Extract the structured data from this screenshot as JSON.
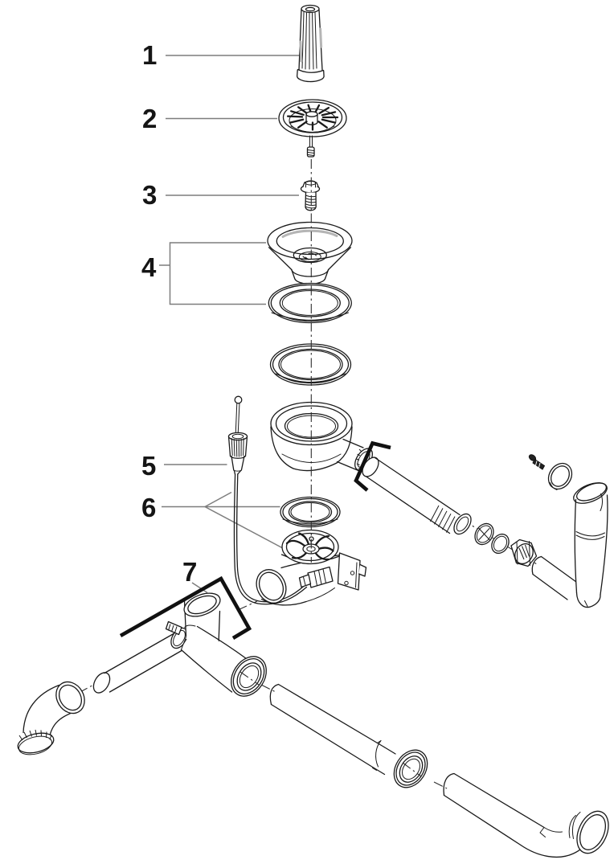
{
  "diagram": {
    "kind": "exploded-parts-diagram",
    "background": "#ffffff",
    "colors": {
      "line": "#1a1a1a",
      "leader_line": "#7d7d7d",
      "bracket": "#111111",
      "shading": "#b5b5b5",
      "label_text": "#151515"
    },
    "labels": [
      {
        "text": "1",
        "part_icon": "pull-knob-drawing"
      },
      {
        "text": "2",
        "part_icon": "strainer-basket-drawing"
      },
      {
        "text": "3",
        "part_icon": "screw-drawing"
      },
      {
        "text": "4",
        "part_icon": "drain-flange-and-seal-drawing"
      },
      {
        "text": "5",
        "part_icon": "control-cable-drawing"
      },
      {
        "text": "6",
        "part_icon": "seal-and-drain-body-drawing"
      },
      {
        "text": "7",
        "part_icon": "pipe-set-drawing"
      }
    ]
  }
}
